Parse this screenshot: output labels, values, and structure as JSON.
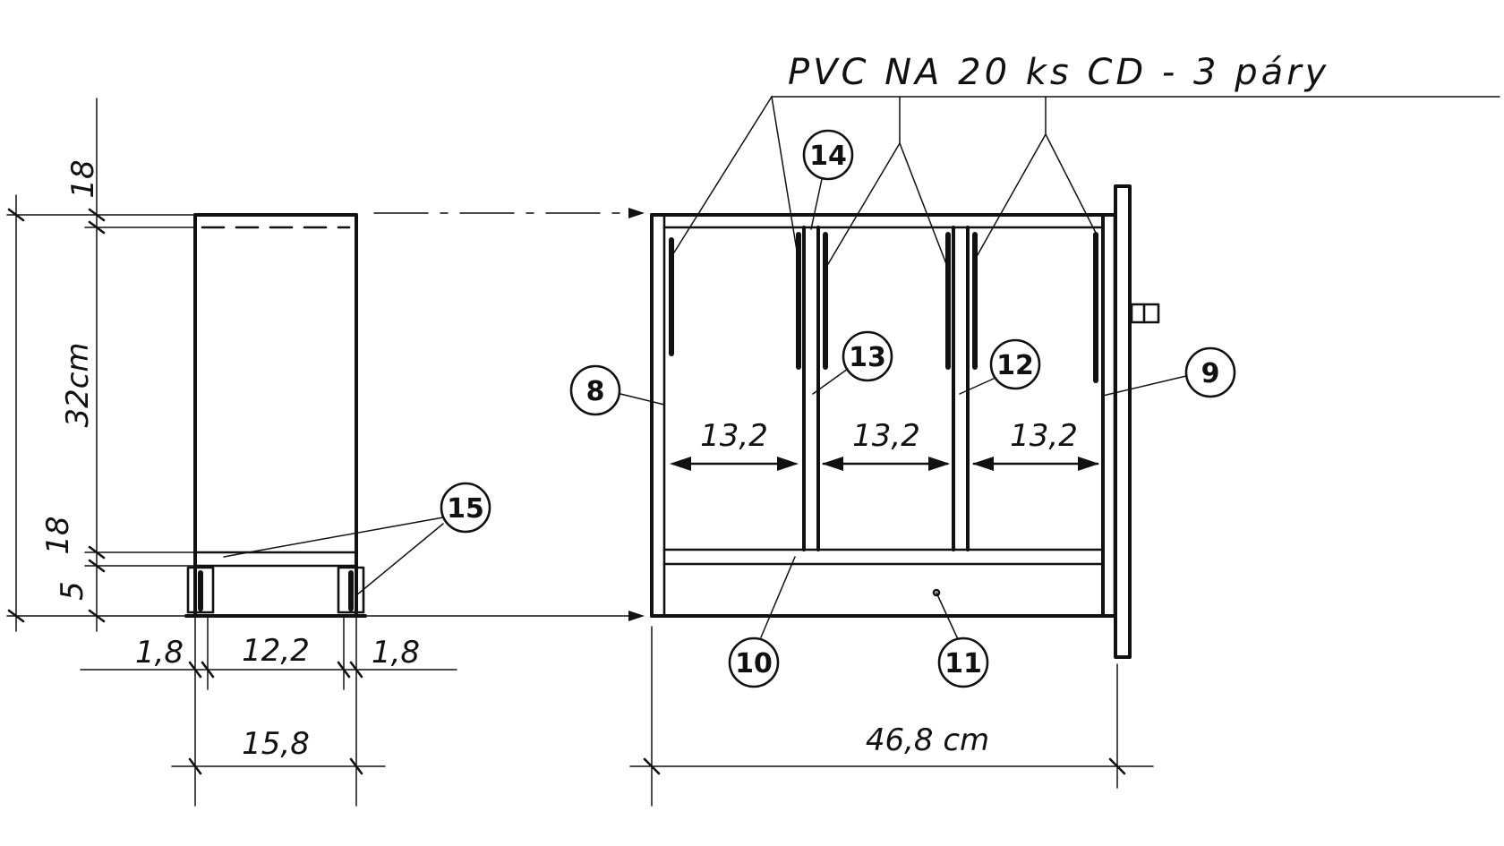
{
  "note": "PVC NA 20 ks CD - 3 páry",
  "dimensions": {
    "top_thickness": "18",
    "inner_height": "32cm",
    "bottom_thickness": "18",
    "plinth_height": "5",
    "left_side": "1,8",
    "inner_width": "12,2",
    "right_side": "1,8",
    "total_width": "15,8",
    "compartment_1": "13,2",
    "compartment_2": "13,2",
    "compartment_3": "13,2",
    "total_length": "46,8 cm"
  },
  "callouts": [
    "8",
    "9",
    "10",
    "11",
    "12",
    "13",
    "14",
    "15"
  ]
}
